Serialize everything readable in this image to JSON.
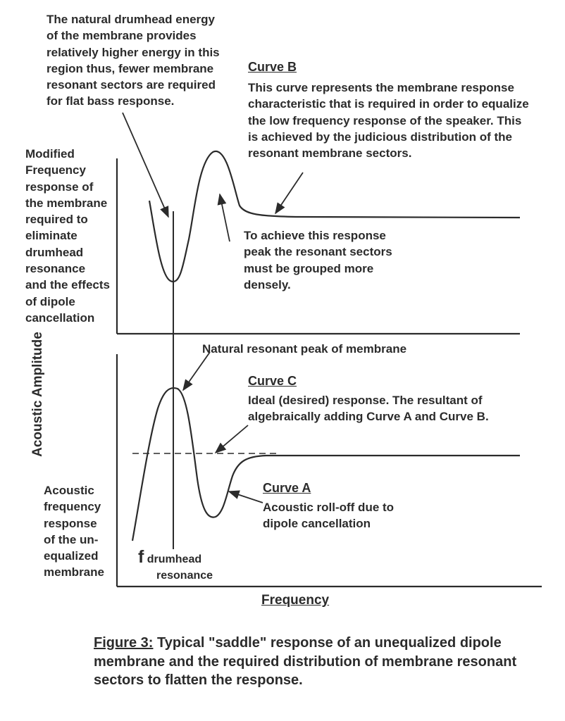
{
  "annotations": {
    "drumhead_energy": "The natural drumhead energy\nof the membrane provides\nrelatively higher energy in this\nregion thus, fewer membrane\nresonant sectors are required\nfor flat bass response.",
    "curve_b_title": "Curve B",
    "curve_b_desc": "This curve represents the membrane response\ncharacteristic that is required in order to equalize\nthe low frequency response of the speaker. This\nis achieved by the judicious distribution of the\nresonant membrane sectors.",
    "modified_response": "Modified\nFrequency\nresponse of\nthe membrane\nrequired to\neliminate\ndrumhead\nresonance\nand the effects\nof dipole\ncancellation",
    "achieve_peak": "To achieve this response\npeak the resonant sectors\nmust be grouped more\ndensely.",
    "natural_peak": "Natural resonant peak of membrane",
    "curve_c_title": "Curve C",
    "curve_c_desc": "Ideal (desired) response.  The resultant of\nalgebraically adding Curve A and Curve B.",
    "curve_a_title": "Curve A",
    "curve_a_desc": "Acoustic roll-off due to\ndipole cancellation",
    "acoustic_unequalized": "Acoustic\nfrequency\nresponse\nof the un-\nequalized\nmembrane"
  },
  "axes": {
    "ylabel": "Acoustic Amplitude",
    "xlabel": "Frequency",
    "f_symbol": "f",
    "f_subscript": "drumhead",
    "f_subscript_line2": "resonance"
  },
  "caption": {
    "label": "Figure 3:",
    "text": " Typical \"saddle\" response of an unequalized dipole membrane and the required distribution of membrane resonant sectors to flatten the response."
  },
  "colors": {
    "ink": "#2b2b2b",
    "paper": "#ffffff"
  }
}
